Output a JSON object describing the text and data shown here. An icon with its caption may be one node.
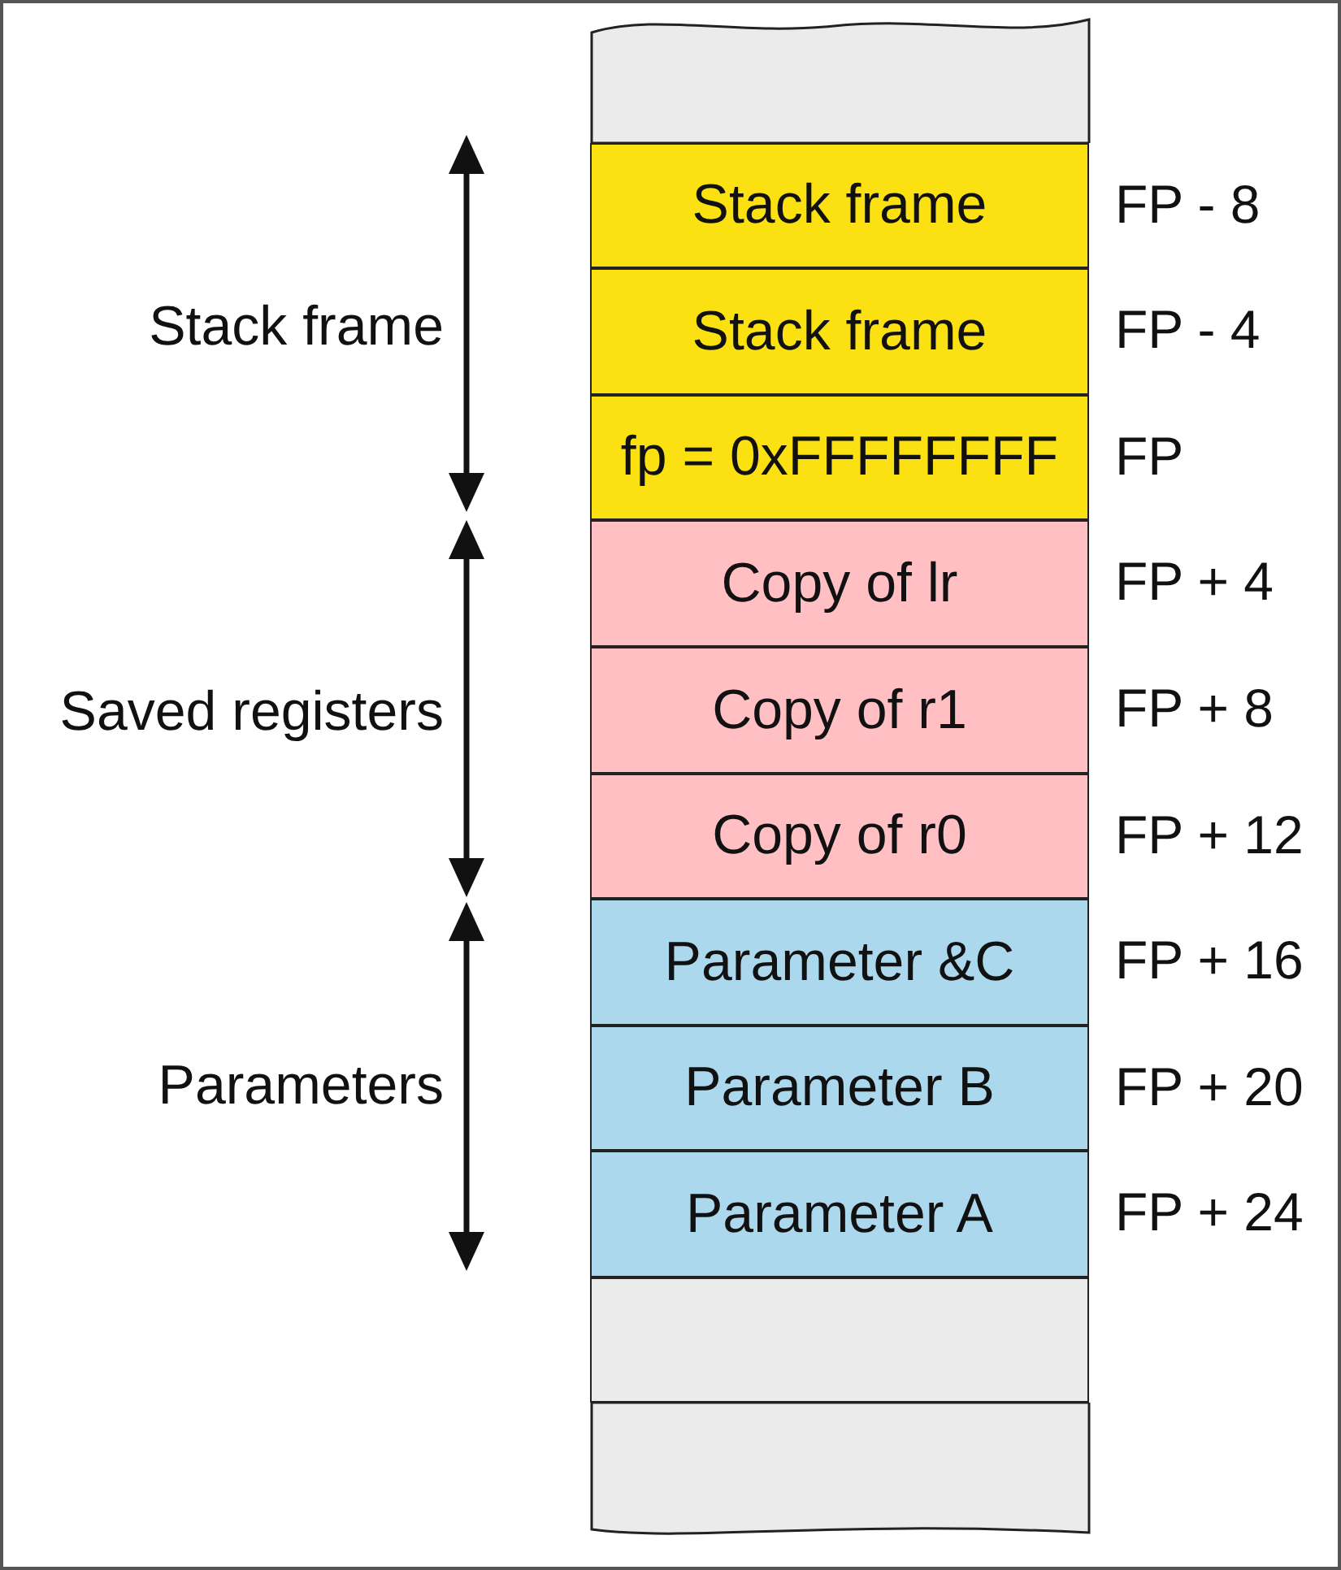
{
  "diagram": {
    "nodes": [
      {
        "text": [],
        "shape": "box"
      },
      {
        "text": [
          "Stack frame"
        ],
        "beside": [
          "FP - 8"
        ]
      },
      {
        "text": [
          "Stack frame"
        ],
        "beside": [
          "FP - 4"
        ]
      },
      {
        "text": [
          "fp = 0xFFFFFFFF"
        ],
        "beside": [
          "FP"
        ]
      },
      {
        "text": [
          "Copy of lr"
        ],
        "beside": [
          "FP + 4"
        ]
      },
      {
        "text": [
          "Copy of r1"
        ],
        "beside": [
          "FP + 8"
        ]
      },
      {
        "text": [
          "Copy of r0"
        ],
        "beside": [
          "FP + 12"
        ]
      },
      {
        "text": [
          "Parameter &C"
        ],
        "beside": [
          "FP + 16"
        ]
      },
      {
        "text": [
          "Parameter B"
        ],
        "beside": [
          "FP + 20"
        ]
      },
      {
        "text": [
          "Parameter A"
        ],
        "beside": [
          "FP + 24"
        ]
      },
      {
        "text": [],
        "shape": "box"
      },
      {
        "text": [],
        "shape": "box"
      }
    ],
    "labels": [
      "Stack frame",
      "Saved registers",
      "Parameters"
    ]
  }
}
